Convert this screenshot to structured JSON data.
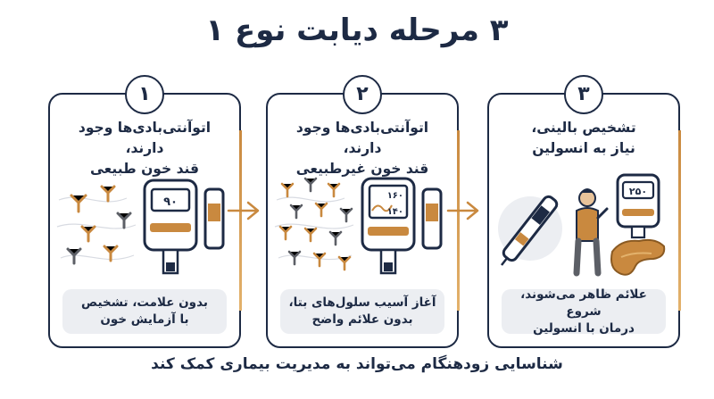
{
  "title": "۳ مرحله دیابت نوع ۱",
  "stages": [
    {
      "number": "۱",
      "heading_line1": "اتوآنتی‌بادی‌ها وجود دارند،",
      "heading_line2": "قند خون طبیعی",
      "meter_reading": "۹۰",
      "footer_line1": "بدون علامت، تشخیص",
      "footer_line2": "با آزمایش خون"
    },
    {
      "number": "۲",
      "heading_line1": "اتوآنتی‌بادی‌ها وجود دارند،",
      "heading_line2": "قند خون غیرطبیعی",
      "meter_reading_top": "۱۶۰",
      "meter_reading_bottom": "۱۴۰",
      "footer_line1": "آغاز آسیب سلول‌های بتا،",
      "footer_line2": "بدون علائم واضح"
    },
    {
      "number": "۳",
      "heading_line1": "تشخیص بالینی،",
      "heading_line2": "نیاز به انسولین",
      "meter_reading": "۲۵۰",
      "footer_line1": "علائم ظاهر می‌شوند، شروع",
      "footer_line2": "درمان با انسولین"
    }
  ],
  "bottom_caption": "شناسایی زودهنگام می‌تواند به مدیریت بیماری کمک کند",
  "colors": {
    "navy": "#1d2a44",
    "accent": "#c9893f",
    "footer_bg": "#eceef2"
  },
  "icons": [
    "antibody-icon",
    "glucose-meter-icon",
    "test-strip-icon",
    "insulin-pen-icon",
    "person-icon",
    "pancreas-icon",
    "arrow-right-icon"
  ]
}
